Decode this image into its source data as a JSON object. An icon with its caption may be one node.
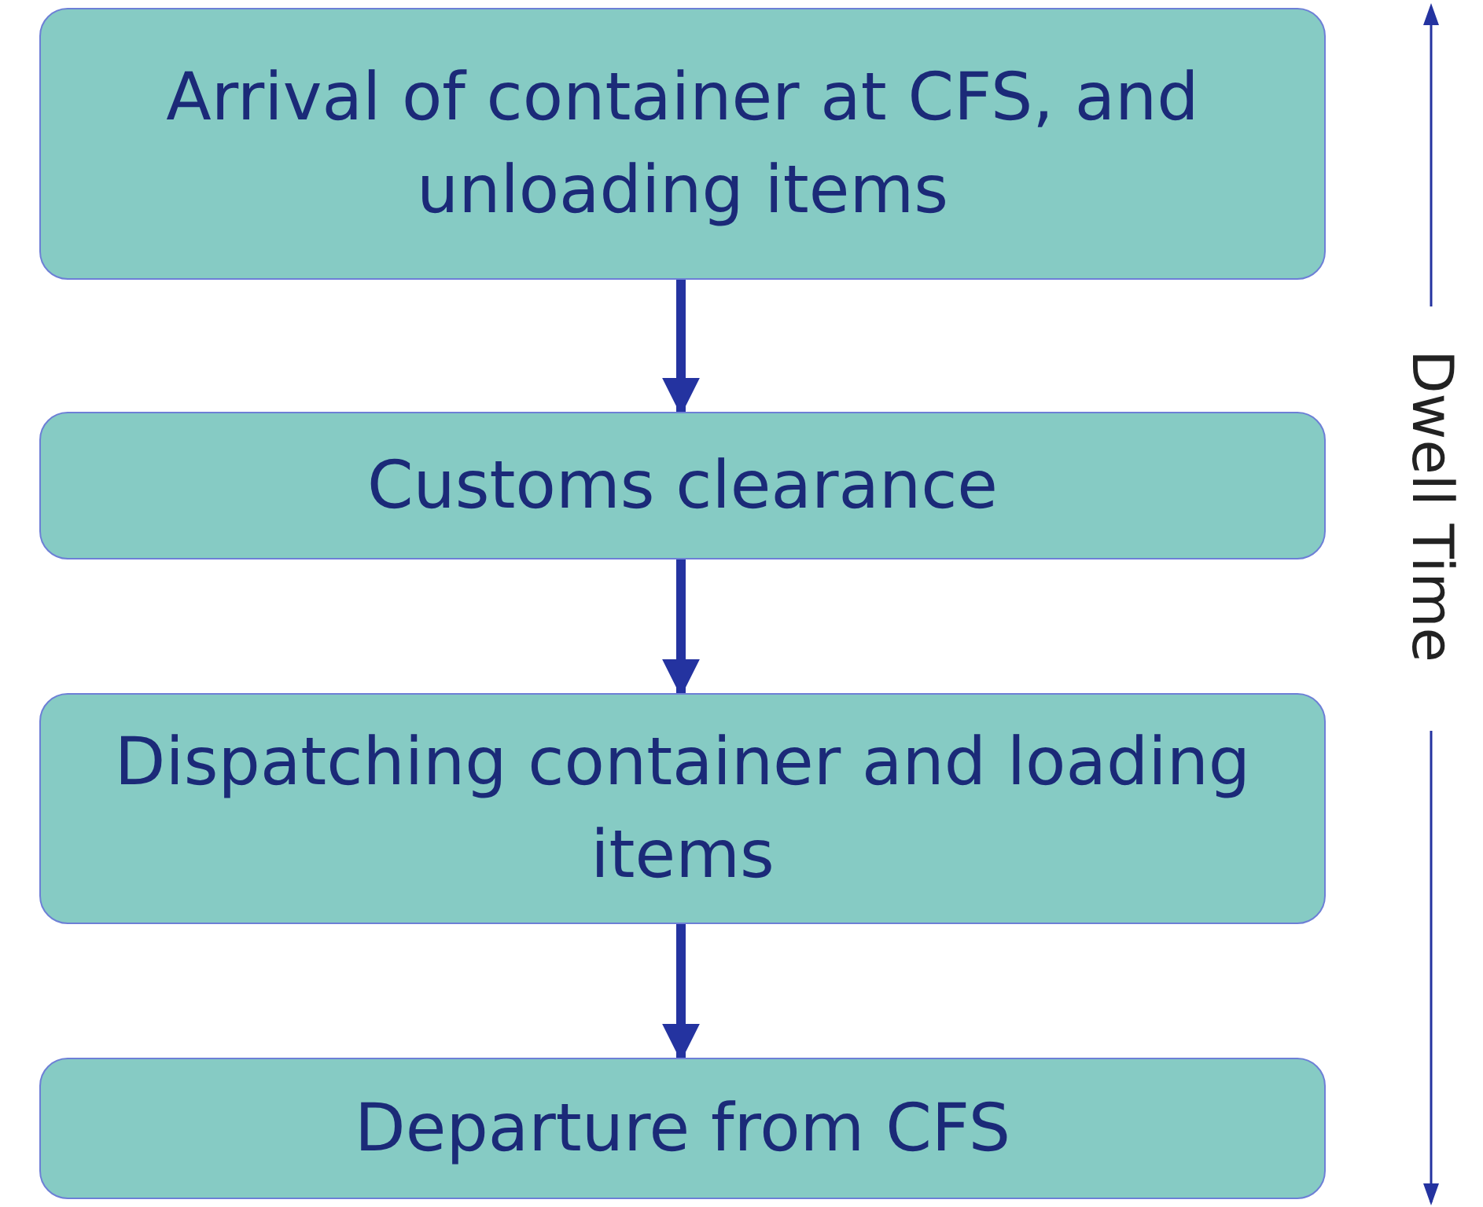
{
  "diagram": {
    "nodes": [
      {
        "text": [
          "Arrival of container at CFS, and unloading items"
        ]
      },
      {
        "text": [
          "Customs clearance"
        ]
      },
      {
        "text": [
          "Dispatching container and loading items"
        ]
      },
      {
        "text": [
          "Departure from CFS"
        ]
      }
    ],
    "edges": [
      {
        "from": 0,
        "to": 1,
        "arrow": "to"
      },
      {
        "from": 1,
        "to": 2,
        "arrow": "to"
      },
      {
        "from": 2,
        "to": 3,
        "arrow": "to"
      }
    ],
    "labels": [
      "Dwell Time"
    ]
  }
}
